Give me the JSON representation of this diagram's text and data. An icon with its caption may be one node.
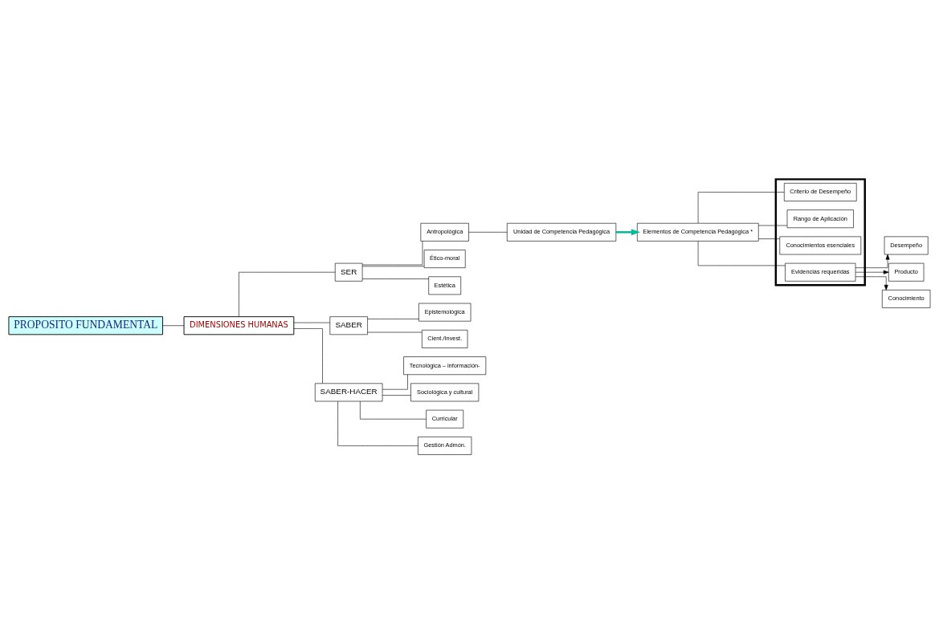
{
  "diagram": {
    "nodes": [
      {
        "text": [
          "PROPOSITO FUNDAMENTAL"
        ]
      },
      {
        "text": [
          "DIMENSIONES HUMANAS"
        ]
      },
      {
        "text": [
          "SER"
        ]
      },
      {
        "text": [
          "SABER"
        ]
      },
      {
        "text": [
          "SABER-HACER"
        ]
      },
      {
        "text": [
          "Antropológica"
        ]
      },
      {
        "text": [
          "Ético-moral"
        ]
      },
      {
        "text": [
          "Estética"
        ]
      },
      {
        "text": [
          "Epistemológica"
        ]
      },
      {
        "text": [
          "Cient./Invest."
        ]
      },
      {
        "text": [
          "Tecnológica – información-"
        ]
      },
      {
        "text": [
          "Sociológica y cultural"
        ]
      },
      {
        "text": [
          "Curricular"
        ]
      },
      {
        "text": [
          "Gestión Admón."
        ]
      },
      {
        "text": [
          "Unidad de Competencia Pedagógica"
        ]
      },
      {
        "text": [
          "Elementos de Competencia Pedagógica *"
        ]
      },
      {
        "text": [],
        "shape": "box"
      },
      {
        "text": [
          "Criterio de Desempeño"
        ],
        "in": 16
      },
      {
        "text": [
          "Rango de Aplicación"
        ],
        "in": 16
      },
      {
        "text": [
          "Conocimientos esenciales"
        ],
        "in": 16
      },
      {
        "text": [
          "Evidencias requeridas"
        ],
        "in": 16
      },
      {
        "text": [
          "Desempeño"
        ]
      },
      {
        "text": [
          "Producto"
        ]
      },
      {
        "text": [
          "Conocimiento"
        ]
      }
    ],
    "edges": [
      {
        "from": 0,
        "to": 1,
        "arrow": "none"
      },
      {
        "from": 1,
        "to": 2,
        "arrow": "none"
      },
      {
        "from": 1,
        "to": 3,
        "arrow": "none"
      },
      {
        "from": 1,
        "to": 4,
        "arrow": "none"
      },
      {
        "from": 2,
        "to": 5,
        "arrow": "none"
      },
      {
        "from": 2,
        "to": 6,
        "arrow": "none"
      },
      {
        "from": 2,
        "to": 7,
        "arrow": "none"
      },
      {
        "from": 3,
        "to": 8,
        "arrow": "none"
      },
      {
        "from": 3,
        "to": 9,
        "arrow": "none"
      },
      {
        "from": 4,
        "to": 10,
        "arrow": "none"
      },
      {
        "from": 4,
        "to": 11,
        "arrow": "none"
      },
      {
        "from": 4,
        "to": 12,
        "arrow": "none"
      },
      {
        "from": 4,
        "to": 13,
        "arrow": "none"
      },
      {
        "from": 5,
        "to": 14,
        "arrow": "none"
      },
      {
        "from": 14,
        "to": 15,
        "arrow": "to",
        "style": "thick",
        "color": "#00b894"
      },
      {
        "from": 15,
        "to": 17,
        "arrow": "none"
      },
      {
        "from": 15,
        "to": 18,
        "arrow": "none"
      },
      {
        "from": 15,
        "to": 19,
        "arrow": "none"
      },
      {
        "from": 15,
        "to": 20,
        "arrow": "none"
      },
      {
        "from": 20,
        "to": 21,
        "arrow": "to"
      },
      {
        "from": 20,
        "to": 22,
        "arrow": "to"
      },
      {
        "from": 20,
        "to": 23,
        "arrow": "to"
      }
    ]
  }
}
